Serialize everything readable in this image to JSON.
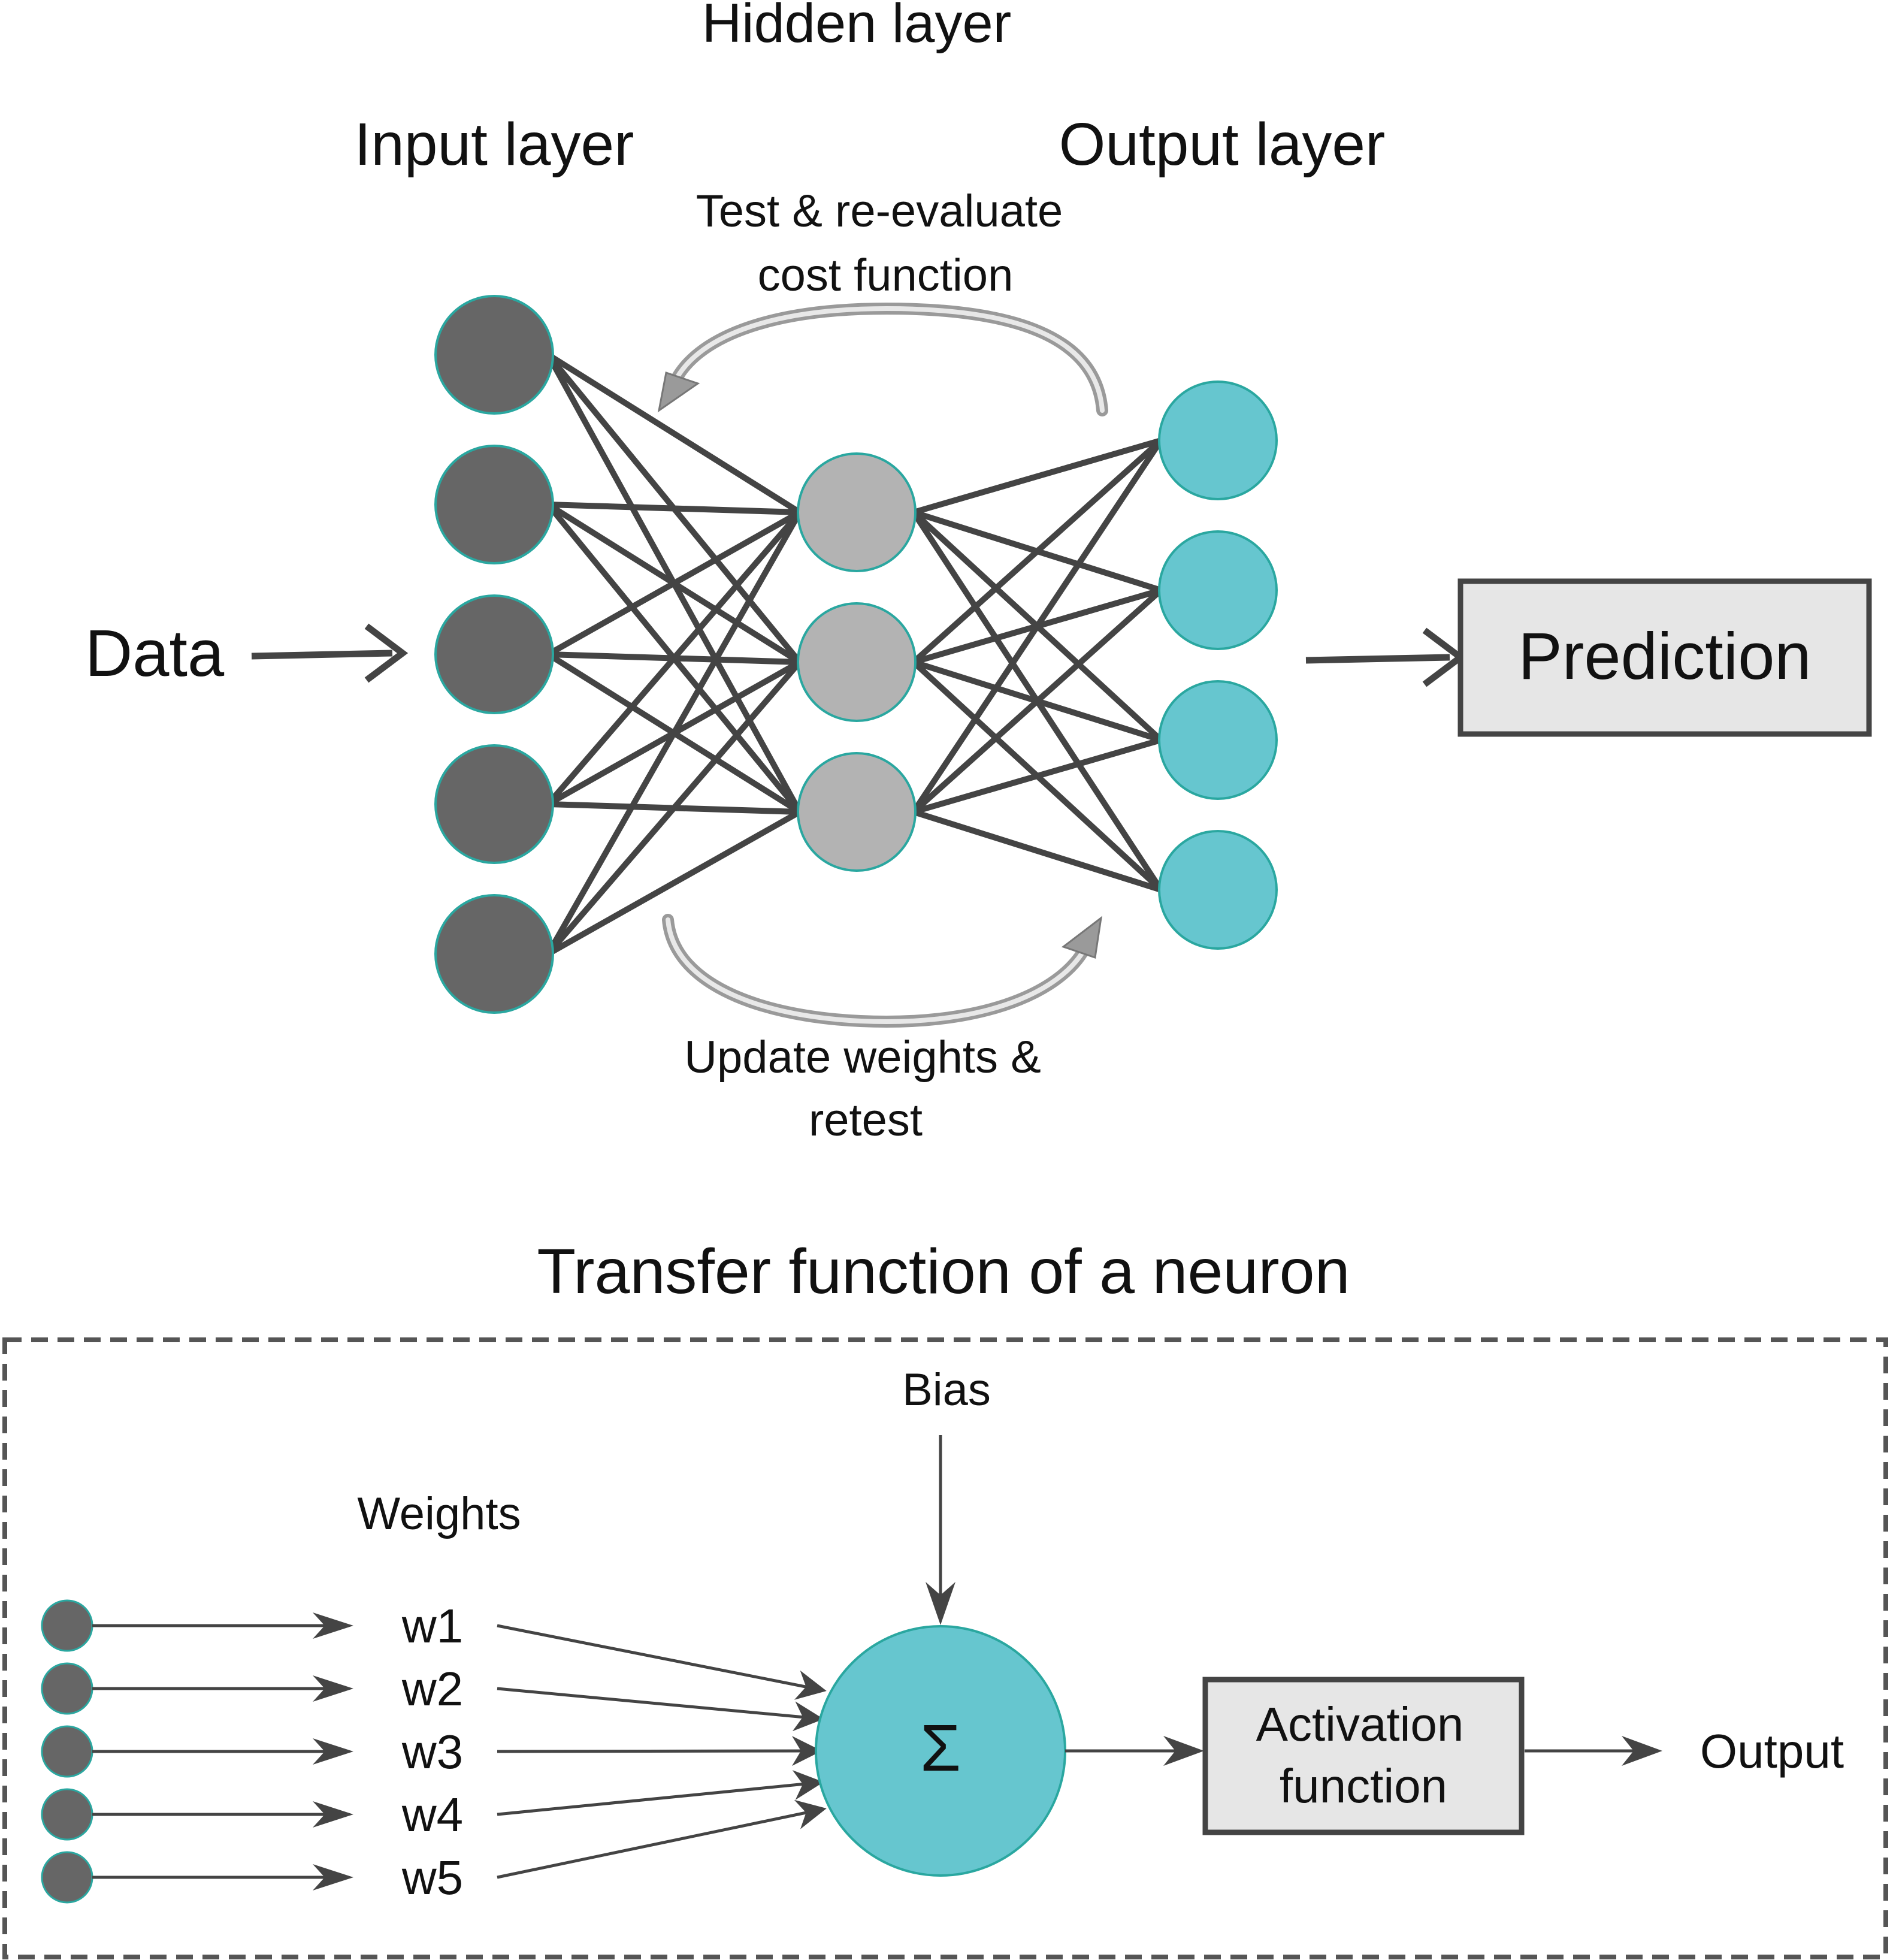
{
  "network": {
    "title_hidden": "Hidden layer",
    "title_input": "Input layer",
    "title_output": "Output layer",
    "top_arrow_label_line1": "Test & re-evaluate",
    "top_arrow_label_line2": "cost function",
    "bottom_arrow_label_line1": "Update weights &",
    "bottom_arrow_label_line2": "retest",
    "data_label": "Data",
    "prediction_label": "Prediction",
    "colors": {
      "input_node": "#666666",
      "hidden_node": "#b3b3b3",
      "output_node": "#66c6cf",
      "node_stroke": "#2aa7a0",
      "edge": "#444444",
      "prediction_box_fill": "#e6e6e6"
    }
  },
  "neuron": {
    "title": "Transfer function of a neuron",
    "bias_label": "Bias",
    "weights_label": "Weights",
    "weights": [
      "w1",
      "w2",
      "w3",
      "w4",
      "w5"
    ],
    "sum_symbol": "Σ",
    "activation_line1": "Activation",
    "activation_line2": "function",
    "output_label": "Output",
    "colors": {
      "input_dot": "#666666",
      "sum_node": "#66c6cf",
      "activation_box_fill": "#e6e6e6",
      "dashed_border": "#555555"
    }
  }
}
